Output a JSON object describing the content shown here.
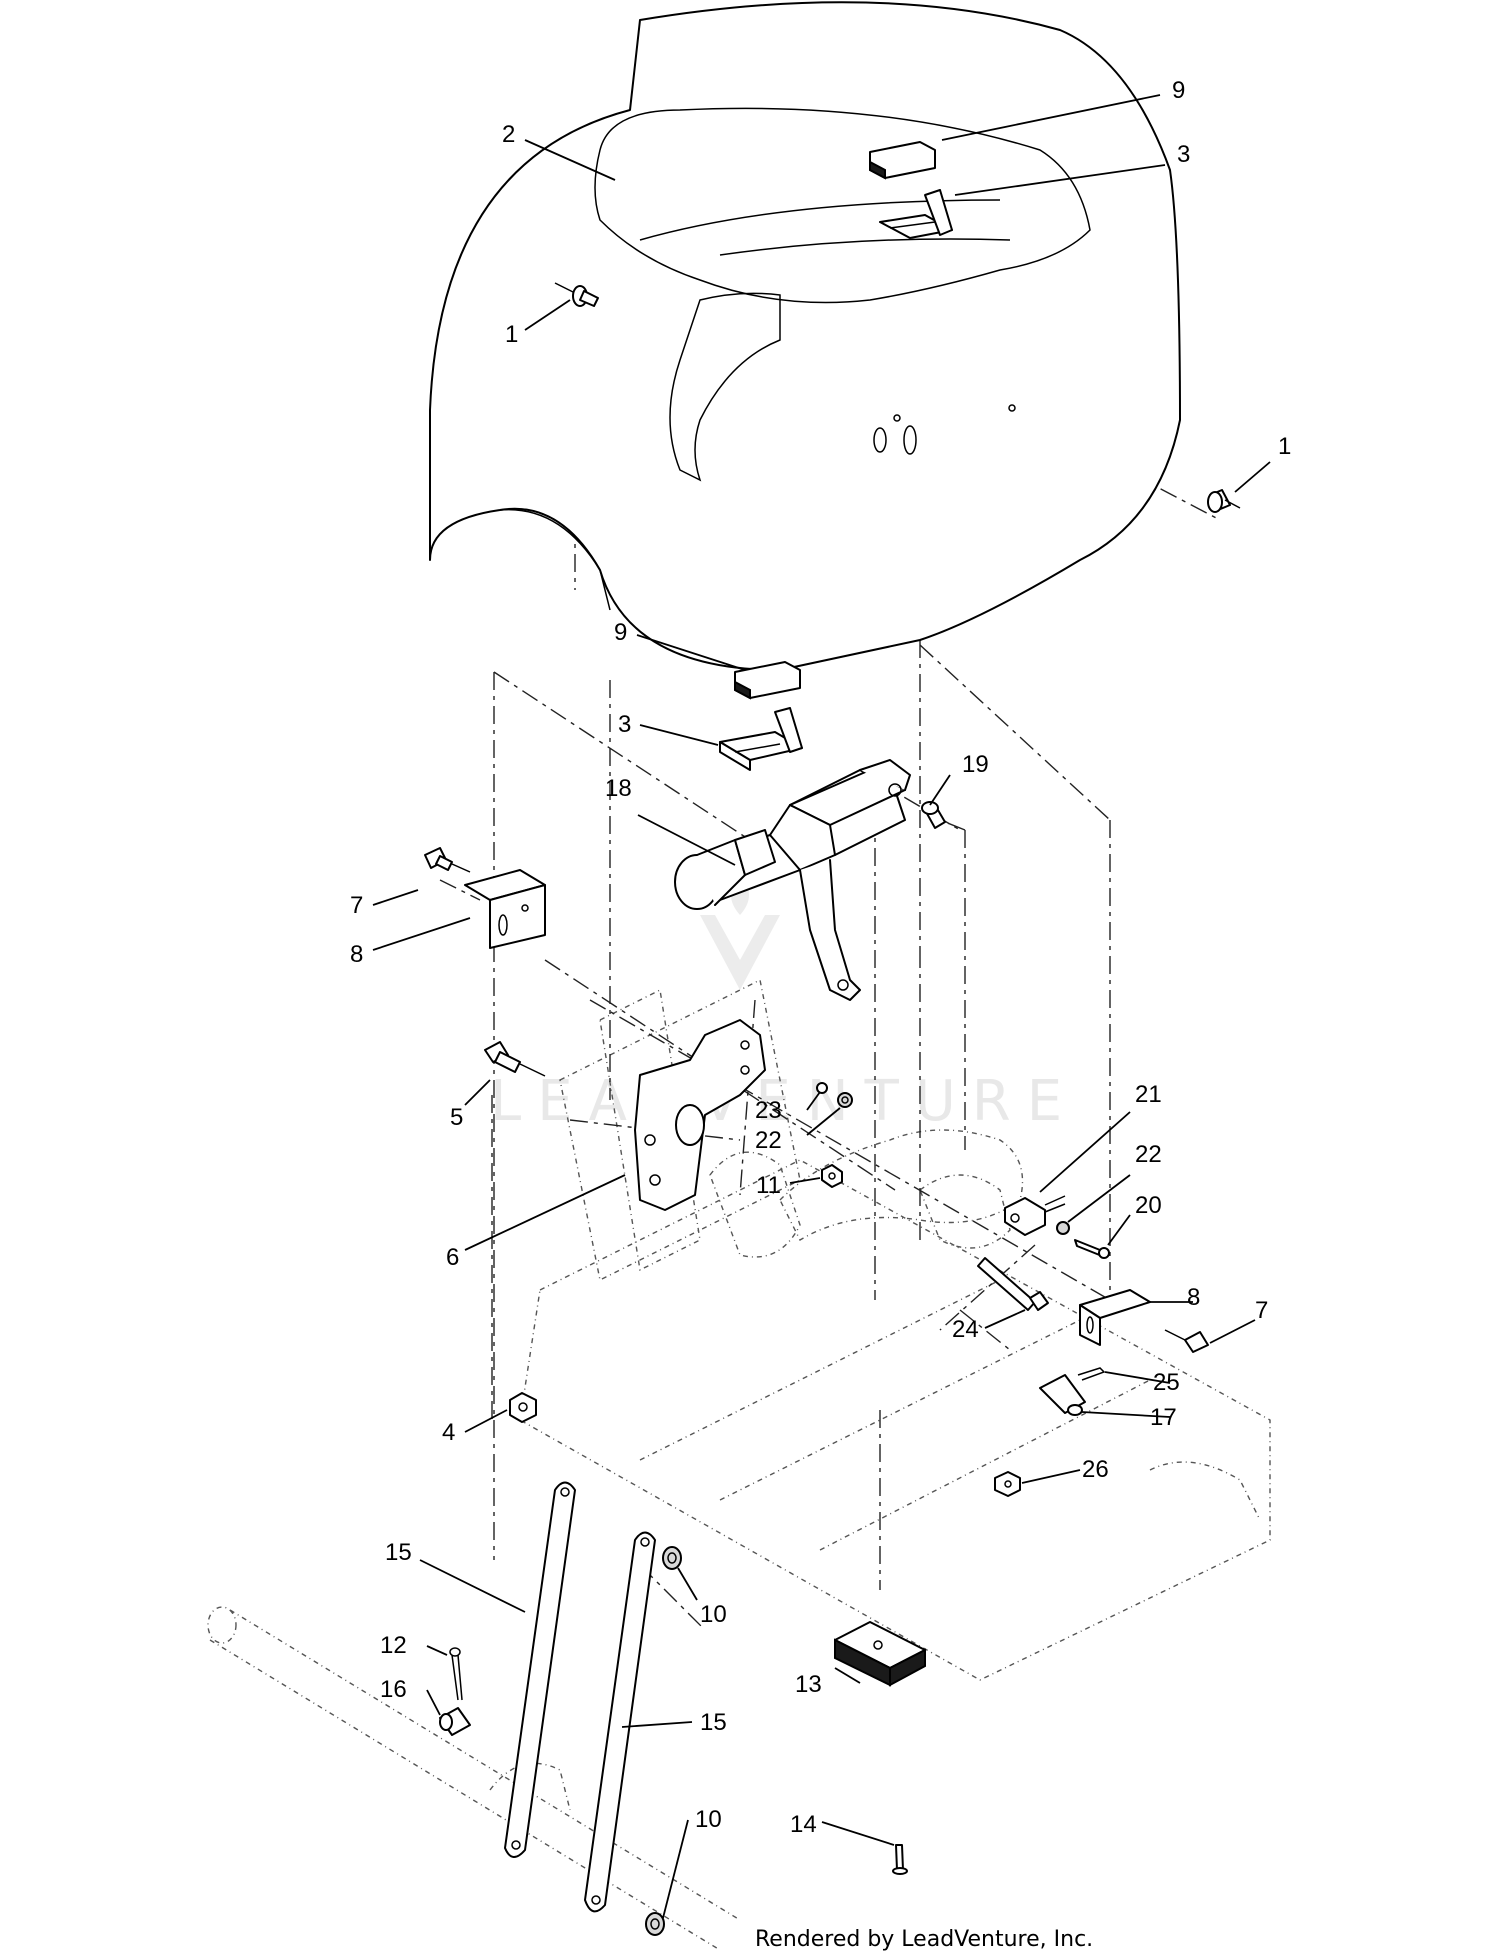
{
  "watermark": "LEADVENTURE",
  "footer": "Rendered by LeadVenture, Inc.",
  "callouts": {
    "c1a": "1",
    "c1b": "1",
    "c2": "2",
    "c3a": "3",
    "c3b": "3",
    "c4": "4",
    "c5": "5",
    "c6": "6",
    "c7a": "7",
    "c7b": "7",
    "c8a": "8",
    "c8b": "8",
    "c9a": "9",
    "c9b": "9",
    "c10a": "10",
    "c10b": "10",
    "c11": "11",
    "c12": "12",
    "c13": "13",
    "c14": "14",
    "c15a": "15",
    "c15b": "15",
    "c16": "16",
    "c17": "17",
    "c18": "18",
    "c19": "19",
    "c20": "20",
    "c21": "21",
    "c22a": "22",
    "c22b": "22",
    "c23": "23",
    "c24": "24",
    "c25": "25",
    "c26": "26"
  }
}
